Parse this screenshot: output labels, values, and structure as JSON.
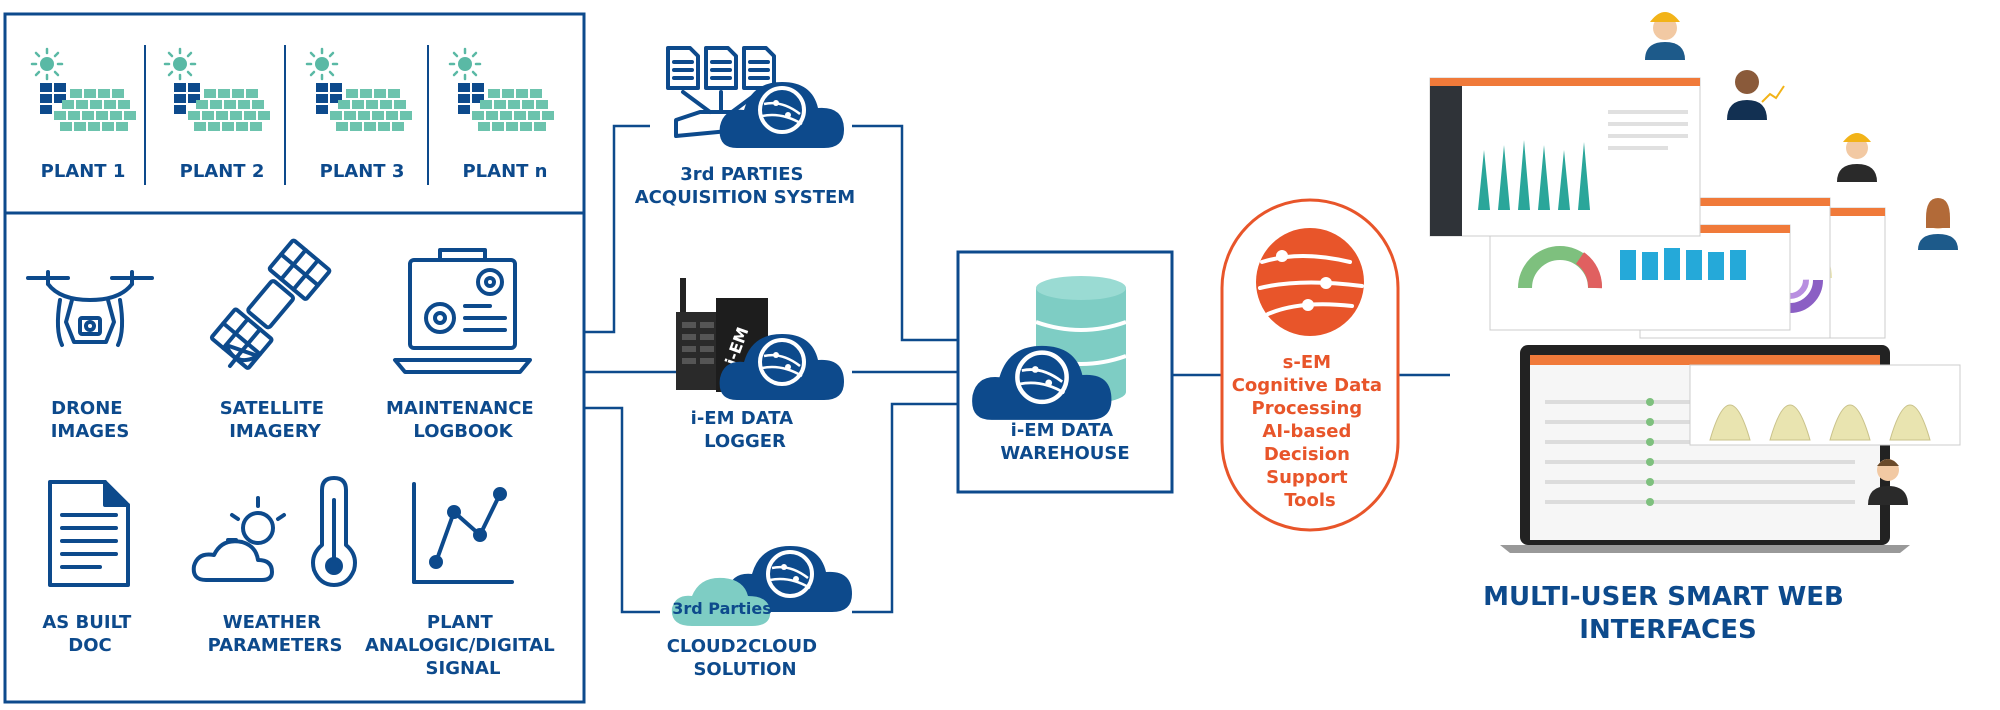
{
  "plants": [
    {
      "label": "PLANT 1"
    },
    {
      "label": "PLANT 2"
    },
    {
      "label": "PLANT 3"
    },
    {
      "label": "PLANT n"
    }
  ],
  "sources": {
    "drone": [
      "DRONE",
      "IMAGES"
    ],
    "satellite": [
      "SATELLITE",
      "IMAGERY"
    ],
    "maintenance": [
      "MAINTENANCE",
      "LOGBOOK"
    ],
    "asbuilt": [
      "AS BUILT",
      "DOC"
    ],
    "weather": [
      "WEATHER",
      "PARAMETERS"
    ],
    "signal": [
      "PLANT",
      "ANALOGIC/DIGITAL",
      "SIGNAL"
    ]
  },
  "acquisition": {
    "third_party": [
      "3rd PARTIES",
      "ACQUISITION SYSTEM"
    ],
    "logger": [
      "i-EM DATA",
      "LOGGER"
    ],
    "logger_brand": "i-EM",
    "cloud_badge": "3rd Parties",
    "cloud2cloud": [
      "CLOUD2CLOUD",
      "SOLUTION"
    ]
  },
  "warehouse": [
    "i-EM DATA",
    "WAREHOUSE"
  ],
  "sem": [
    "s-EM",
    "Cognitive Data",
    "Processing",
    "AI-based",
    "Decision",
    "Support",
    "Tools"
  ],
  "interfaces_title": [
    "MULTI-USER SMART WEB",
    "INTERFACES"
  ],
  "colors": {
    "navy": "#0d4a8c",
    "orange": "#e8552a",
    "teal": "#7ecdc4",
    "panel_green": "#5ab9a5",
    "screen_orange": "#f07a3a"
  }
}
